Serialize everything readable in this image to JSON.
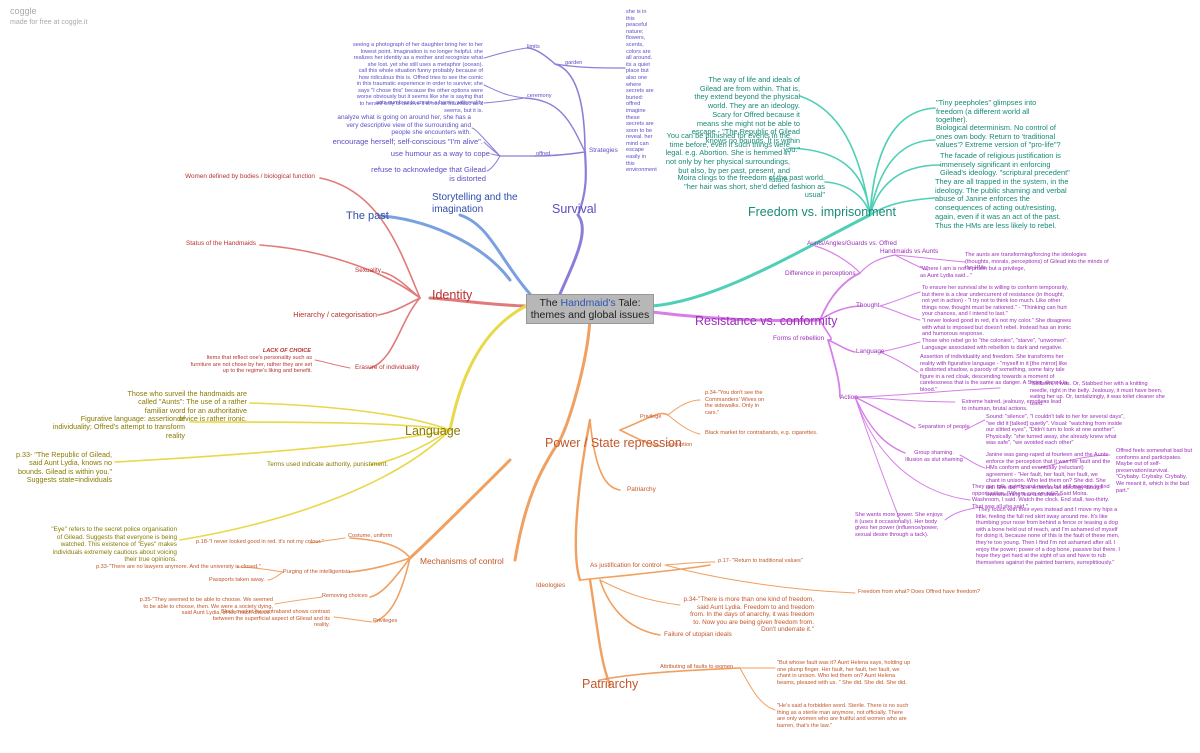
{
  "brand": {
    "name": "coggle",
    "sub": "made for free at coggle.it"
  },
  "central": {
    "pre": "The ",
    "highlight": "Handmaid's",
    "post": " Tale: themes and global issues"
  },
  "colors": {
    "survival": "#8a7fd8",
    "freedom": "#4ecfb6",
    "resistance": "#d77ee8",
    "power": "#f0a060",
    "identity": "#e07a7a",
    "storytelling": "#7aa0e0",
    "language": "#e8d84a"
  },
  "survival": {
    "title": "Survival",
    "strategies": "Strategies",
    "garden": "garden",
    "garden_text": "she is in this peaceful nature; flowers, scents, colors are all around. its a quiet place but also one where secrets are buried: offred imagine these secrets are soon to be reveal. her mind can escape easily in this environment",
    "limits": "limits",
    "limits_text": "seeing a photograph of her daughter bring her to her lowest point. Imagination is no longer helpful. she realizes her identity as a mother and recognize what she lost. yet she still uses a metaphor (ocean).",
    "ceremony": "ceremony",
    "ceremony_text1": "call this whole situation funny probably because of how ridiculous this is. Offred tries to see the comic in this traumatic experience in order to survive; she says \"I chose this\" because the other options were worse obviously but it seems like she is saying that to herself only to believe it is not as traumatic as it seems, but it is.",
    "ceremony_text2": "acts numb as to create a barrier with reality",
    "offred": "offred",
    "offred_text1": "analyze what is going on around her, she has a very descriptive view of the surrounding and people she encounters with.",
    "offred_text2": "encourage herself; self-conscious \"I'm alive\".",
    "offred_text3": "use humour as a way to cope",
    "offred_text4": "refuse to acknowledge that Gilead is distorted"
  },
  "freedom": {
    "title": "Freedom vs. imprisonment",
    "l1": "The way of life and ideals of Gilead are from within. That is, they extend beyond the physical world. They are an ideology. Scary for Offred because it means she might not be able to escape - \"The Republic of Gilead knows no bounds. It is within you.\"",
    "l2": "You can be punished for events in the time before, even if such things were legal. e.g. Abortion. She is hemmed in not only by her physical surroundings, but also, by per past, present, and future.",
    "l3": "Moira clings to the freedom of the past world. \"her hair was short, she'd defied fashion as usual\"",
    "r1": "\"Tiny peepholes\" glimpses into freedom (a different world all together).",
    "r2": "Biological determinism. No control of ones own body. Return to 'traditional values'? Extreme version of \"pro-life\"?",
    "r3": "The facade of religious justification is immensely significant in enforcing Gilead's ideology. \"scriptural precedent\"",
    "r4": "They are all trapped in the system, in the ideology. The public shaming and verbal abuse of Janine enforces the consequences of acting out/resisting, again, even if it was an act of the past. Thus the HMs are less likely to rebel."
  },
  "resistance": {
    "title": "Resistance vs. conformity",
    "diff": "Difference in perceptions",
    "aunts": "Aunts/Angles/Guards vs. Offred",
    "hm_aunts": "Handmaids vs Aunts",
    "p1": "The aunts are transforming/forcing the ideologies (thoughts, morals, perceptions) of Gilead into the minds of the HMs",
    "p2": "\"Where I am is not a prison but a privilege, as Aunt Lydia said...\"",
    "thought": "Thought",
    "t1": "To ensure her survival she is willing to conform temporarily, but there is a clear undercurrent of resistance (in thought, not yet in action) - \"I try not to think too much. Like other things now, thought must be rationed.\" - \"Thinking can hurt your chances, and I intend to last.\"",
    "t2": "\"I never looked good in red, it's not my color.\" She disagrees with what is imposed but doesn't rebel. Instead has an ironic and humorous response.",
    "forms": "Forms of rebellion",
    "language": "Language",
    "lg1": "Those who rebel go to \"the colonies\", \"starve\", \"unwomen\". Language associated with rebellion is dark and negative.",
    "lg2": "Assertion of individuality and freedom. She transforms her reality with figurative language - \"myself in it [the mirror] like a distorted shadow, a parody of something, some fairy tale figure in a red cloak, descending towards a moment of carelessness that is the same as danger. A Sister, dipped in blood.\"",
    "action": "Action",
    "a1": "\"Stillborn, it was. Or, Stabbed her with a knitting needle, right in the belly. Jealousy, it must have been, eating her up. Or, tantalizingly, it was toilet cleaner she used.\"",
    "a2": "Extreme hatred, jealousy, emotions lead to inhuman, brutal actions.",
    "sep": "Separation of people",
    "s1": "Sound: \"silence\", \"I couldn't talk to her for several days\", \"we did it [talked] quietly\". Visual: \"watching from inside our slitted eyes\", \"Didn't turn to look at one another\". Physically: \"she turned away, she already knew what was safe\", \"we avoided each other\"",
    "gs": "Group shaming. Illusion as slut shaming",
    "g1": "Janine was gang-raped at fourteen and the Aunts enforce the perception that it was her fault and the HMs conform and eventually (reluctant) agreement - \"Her fault, her fault, her fault, we chant in unison. Who led them on? She did. She did. She did.\" She enforces an ideology though overwhelming fear and shame.",
    "g2": "Offred feels somewhat bad but conforms and participates. Maybe out of self-preservation/survival. \"Crybaby. Crybaby. Crybaby. We meant it, which is the bad part.\"",
    "g3": "They can talk, quietly and rarely, but still manage to find opportunities. \"Where can we talk? Said Moira. Washroom, I said. Watch the clock. End stall, two-thirty. That was all she said.\"",
    "power_note": "She wants more power. She enjoys it (uses it occasionally). Her body gives her power (influence/power, sexual desire through a tack).",
    "g4": "\"They touch with their eyes instead and I move my hips a little, feeling the full red skirt sway around me. It's like thumbing your nose from behind a fence or teasing a dog with a bone held out of reach, and I'm ashamed of myself for doing it, because none of this is the fault of these men, they're too young. Then I find I'm not ashamed after all. I enjoy the power; power of a dog bone, passive but there. I hope they get hard at the sight of us and have to rub themselves against the painted barriers, surreptitiously.\""
  },
  "identity": {
    "title": "Identity",
    "story": "Storytelling and the imagination",
    "past": "The past",
    "women": "Women defined by bodies / biological function",
    "status": "Status of the Handmaids",
    "sexuality": "Sexuality",
    "hierarchy": "Hierarchy / categorisation",
    "erasure": "Erasure of individuality",
    "choice_title": "LACK OF CHOICE",
    "choice_text": "Items that reflect one's personality such as furniture are not chose by her, rather they are set up to the regime's liking and benefit."
  },
  "language": {
    "title": "Language",
    "l1": "Those who surveil the handmaids are called \"Aunts\": The use of a rather familiar word for an authoritative device is rather ironic.",
    "l2": "Figurative language: assertion of individuality; Offred's attempt to transform reality",
    "l3": "p.33- \"The Republic of Gilead, said Aunt Lydia, knows no bounds. Gilead is within you.\" Suggests state=individuals",
    "terms": "Terms used indicate authority, punishment.",
    "l4": "\"Eye\" refers to the secret police organisation of Gilead. Suggests that everyone is being watched. This existence of \"Eyes\" makes individuals extremely cautious about voicing their true opinions."
  },
  "power": {
    "title": "Power / State repression",
    "privilege": "Privilege",
    "pr1": "p.34-\"You don't see the Commanders' Wives on the sidewalks. Only in cars.\"",
    "corruption": "Corruption",
    "c1": "Black market for contrabands, e.g. cigarettes.",
    "patriarchy_small": "Patriarchy",
    "mechanisms": "Mechanisms of control",
    "costume": "Costume, uniform",
    "costume_q": "p.18-\"I never looked good in red. it's not my colour.\"",
    "purging": "Purging of the intelligentsia",
    "purging_q": "p.33-\"There are no lawyers anymore. And the university is closed.\"",
    "passports": "Passports taken away.",
    "choices": "Removing choices",
    "choices_q": "p.35-\"They seemed to be able to choose. We seemed to be able to choose, then. We were a society dying, said Aunt Lydia, of too much choice.\"",
    "privileges": "Privileges",
    "privileges_q": "Black market for contraband shows contrast between the superficial aspect of Gilead and its reality.",
    "ideologies": "Ideologies",
    "justification": "As justification for control",
    "just_q": "p.17- \"Return to traditional values\"",
    "freedom_q": "Freedom from what? Does Offred have freedom?",
    "freedom_p34": "p.34-\"There is more than one kind of freedom, said Aunt Lydia. Freedom to and freedom from. In the days of anarchy, it was freedom to. Now you are being given freedom from. Don't underrate it.\"",
    "utopian": "Failure of utopian ideals",
    "patriarchy": "Patriarchy",
    "faults": "Attributing all faults to women",
    "f1": "\"But whose fault was it? Aunt Helena says, holding up one plump finger. Her fault, her fault, her fault, we chant in unison. Who led them on? Aunt Helena beams, pleased with us. \" She did. She did. She did.",
    "f2": "\"He's said a forbidden word. Sterile. There is no such thing as a sterile man anymore, not officially. There are only women who are fruitful and women who are barren, that's the law.\""
  }
}
